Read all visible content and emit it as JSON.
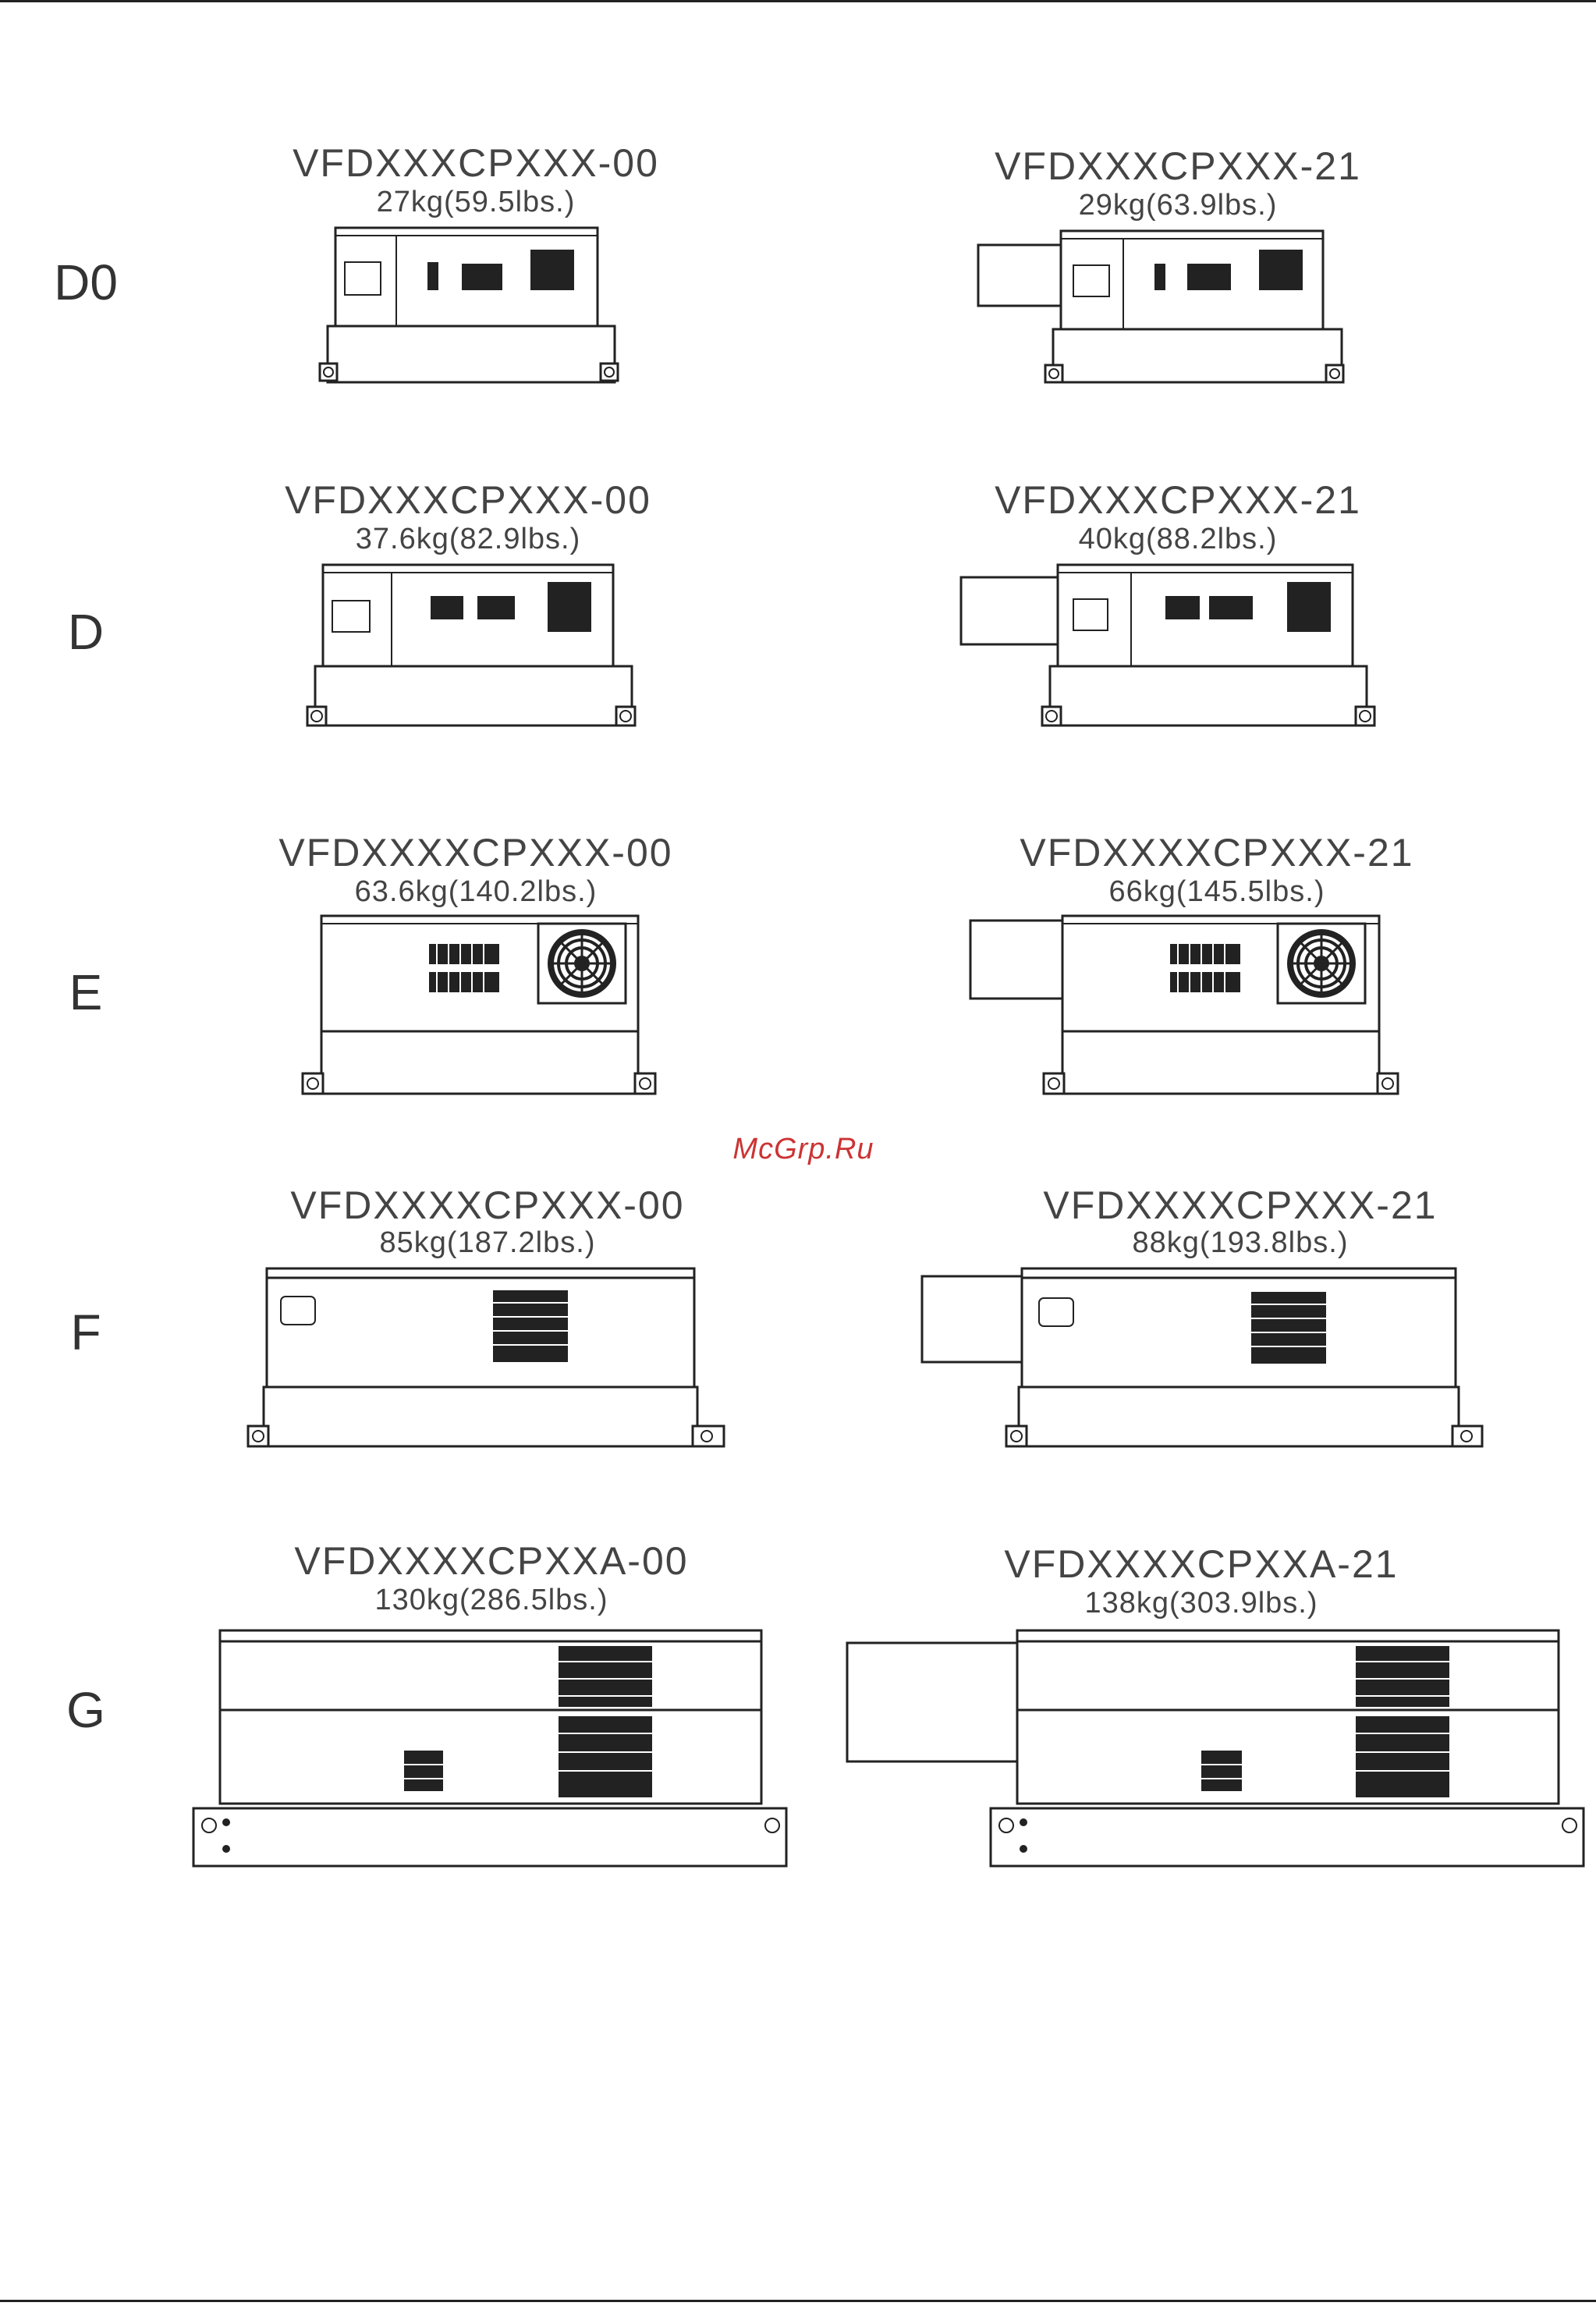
{
  "watermark": "McGrp.Ru",
  "frames": [
    {
      "label": "D0",
      "left": {
        "model": "VFDXXXCPXXX-00",
        "weight": "27kg(59.5lbs.)"
      },
      "right": {
        "model": "VFDXXXCPXXX-21",
        "weight": "29kg(63.9lbs.)"
      }
    },
    {
      "label": "D",
      "left": {
        "model": "VFDXXXCPXXX-00",
        "weight": "37.6kg(82.9lbs.)"
      },
      "right": {
        "model": "VFDXXXCPXXX-21",
        "weight": "40kg(88.2lbs.)"
      }
    },
    {
      "label": "E",
      "left": {
        "model": "VFDXXXXCPXXX-00",
        "weight": "63.6kg(140.2lbs.)"
      },
      "right": {
        "model": "VFDXXXXCPXXX-21",
        "weight": "66kg(145.5lbs.)"
      }
    },
    {
      "label": "F",
      "left": {
        "model": "VFDXXXXCPXXX-00",
        "weight": "85kg(187.2lbs.)"
      },
      "right": {
        "model": "VFDXXXXCPXXX-21",
        "weight": "88kg(193.8lbs.)"
      }
    },
    {
      "label": "G",
      "left": {
        "model": "VFDXXXXCPXXA-00",
        "weight": "130kg(286.5lbs.)"
      },
      "right": {
        "model": "VFDXXXXCPXXA-21",
        "weight": "138kg(303.9lbs.)"
      }
    }
  ]
}
